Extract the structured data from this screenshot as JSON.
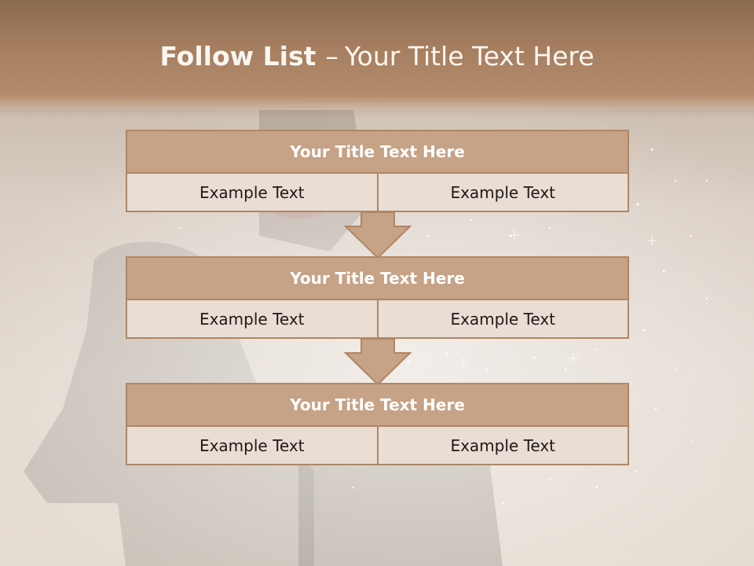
{
  "slide": {
    "title_bold": "Follow List",
    "title_dash": "–",
    "title_rest": "Your Title Text Here"
  },
  "blocks": [
    {
      "title": "Your Title Text Here",
      "left_text": "Example Text",
      "right_text": "Example Text"
    },
    {
      "title": "Your Title Text Here",
      "left_text": "Example Text",
      "right_text": "Example Text"
    },
    {
      "title": "Your Title Text Here",
      "left_text": "Example Text",
      "right_text": "Example Text"
    }
  ],
  "colors": {
    "header_band": "#a57e60",
    "block_header": "#c6a286",
    "block_cell": "#e9ddd4",
    "border": "#b08665",
    "arrow": "#c6a286"
  }
}
